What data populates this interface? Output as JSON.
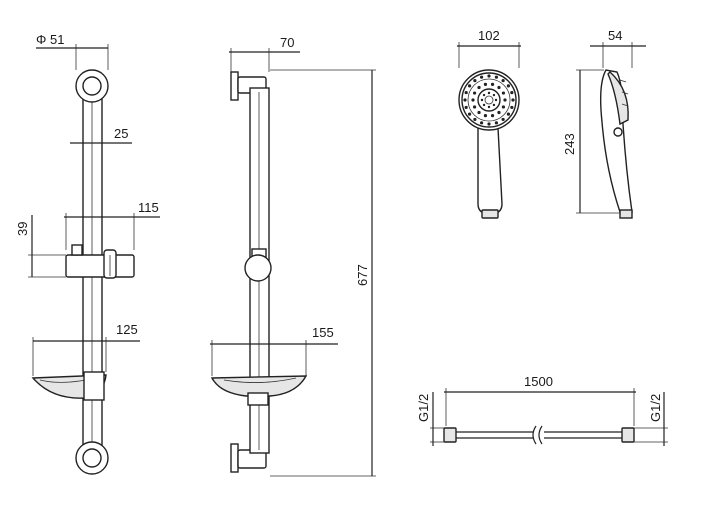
{
  "dimensions": {
    "rail_diameter": "Φ 51",
    "rail_width": "25",
    "holder_height": "39",
    "holder_width": "115",
    "dish_width_front": "125",
    "rail_depth": "70",
    "rail_length": "677",
    "dish_width_side": "155",
    "head_width": "102",
    "head_depth": "54",
    "head_length": "243",
    "hose_length": "1500",
    "hose_thread_left": "G1/2",
    "hose_thread_right": "G1/2"
  }
}
